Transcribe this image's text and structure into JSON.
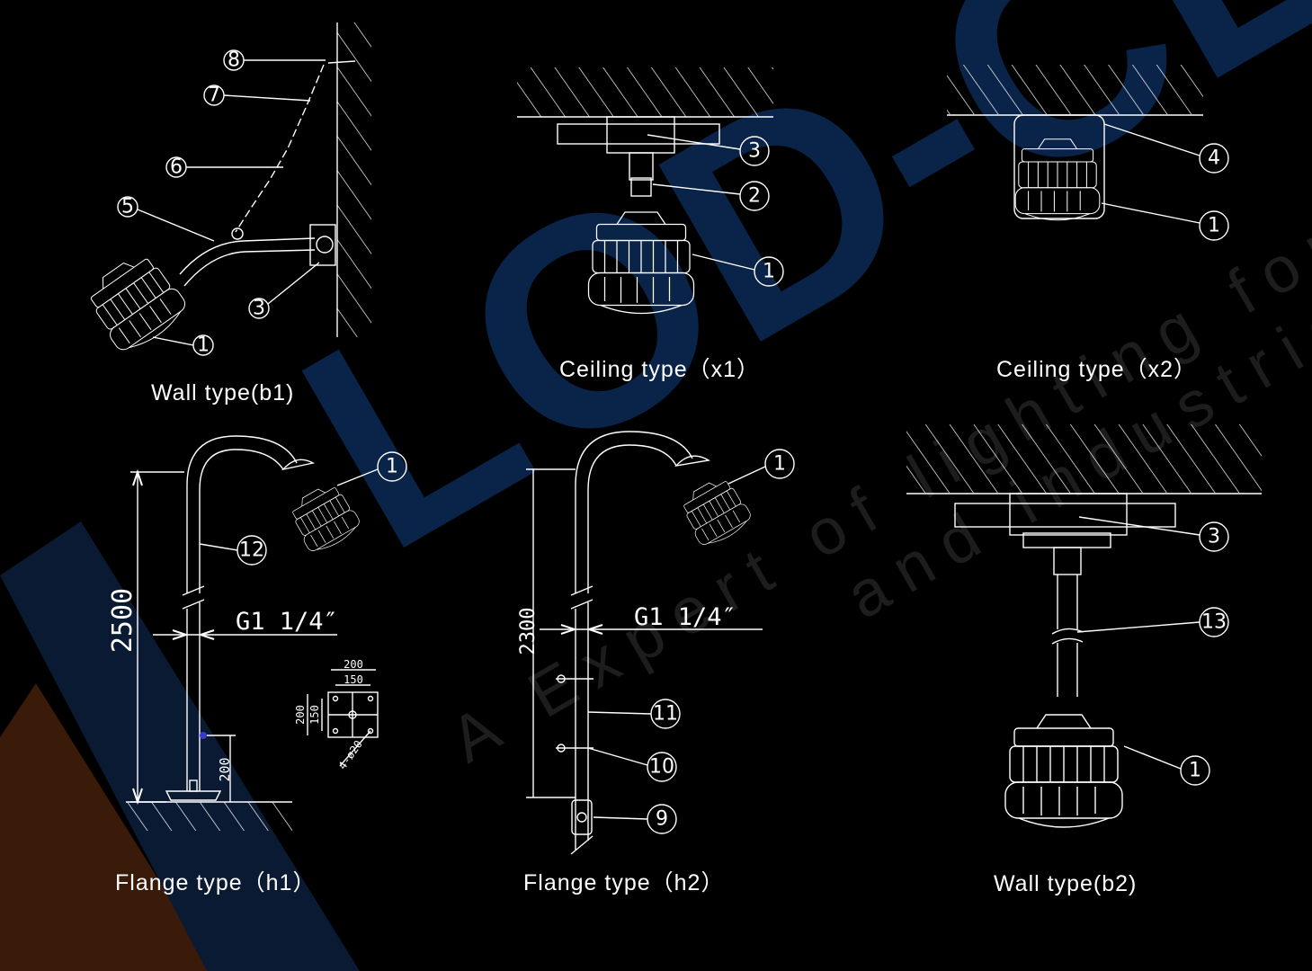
{
  "background_color": "#000000",
  "line_color": "#ffffff",
  "watermark": {
    "brand_text": "LOD-CL",
    "tagline_1": "A Expert of lighting for h",
    "tagline_2": "and industria",
    "brand_color": "#0c2a55",
    "stripe_colors": [
      "#3a1a08",
      "#0a1a33"
    ]
  },
  "captions": {
    "wall_b1": "Wall type(b1)",
    "ceiling_x1": "Ceiling type（x1）",
    "ceiling_x2": "Ceiling type（x2）",
    "flange_h1": "Flange type（h1）",
    "flange_h2": "Flange type（h2）",
    "wall_b2": "Wall type(b2)"
  },
  "callouts": {
    "wall_b1": [
      "8",
      "7",
      "6",
      "5",
      "3",
      "1"
    ],
    "ceiling_x1": [
      "3",
      "2",
      "1"
    ],
    "ceiling_x2": [
      "4",
      "1"
    ],
    "flange_h1": [
      "1",
      "12"
    ],
    "flange_h2": [
      "1",
      "11",
      "10",
      "9"
    ],
    "wall_b2": [
      "3",
      "13",
      "1"
    ]
  },
  "dimensions": {
    "h1_height": "2500",
    "h1_thread": "G1 1/4″",
    "h1_base_height": "200",
    "h1_plate_outer": "200",
    "h1_plate_inner": "150",
    "h1_plate_side_outer": "200",
    "h1_plate_side_inner": "150",
    "h1_plate_holes": "4-ø20",
    "h2_height": "2300",
    "h2_thread": "G1 1/4″"
  }
}
